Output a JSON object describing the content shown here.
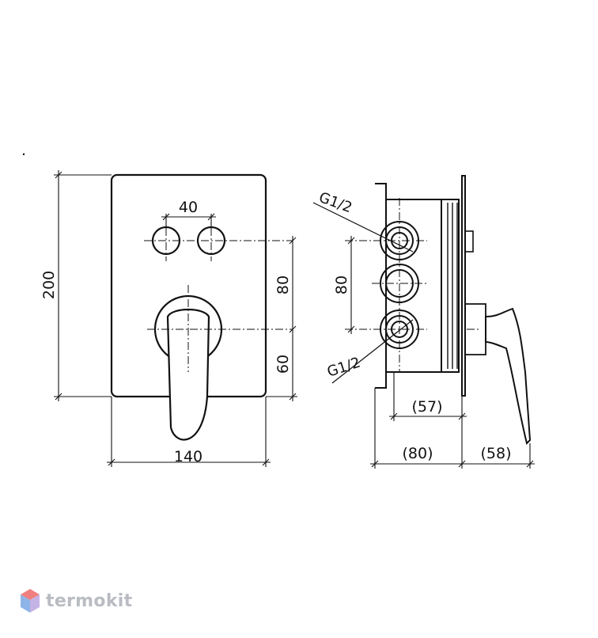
{
  "dimensions": {
    "front_width": "140",
    "front_height": "200",
    "cartridge_spacing": "40",
    "vertical_spacing_upper": "80",
    "vertical_spacing_lower": "60",
    "side_spacing": "80",
    "side_depth_57": "(57)",
    "side_depth_80": "(80)",
    "side_depth_58": "(58)"
  },
  "thread_labels": {
    "top": "G1/2",
    "bottom": "G1/2"
  },
  "watermark": {
    "text": "termokit",
    "colors": [
      "#f08080",
      "#8fb4e8",
      "#c5b3e6"
    ]
  },
  "stray_mark": "."
}
